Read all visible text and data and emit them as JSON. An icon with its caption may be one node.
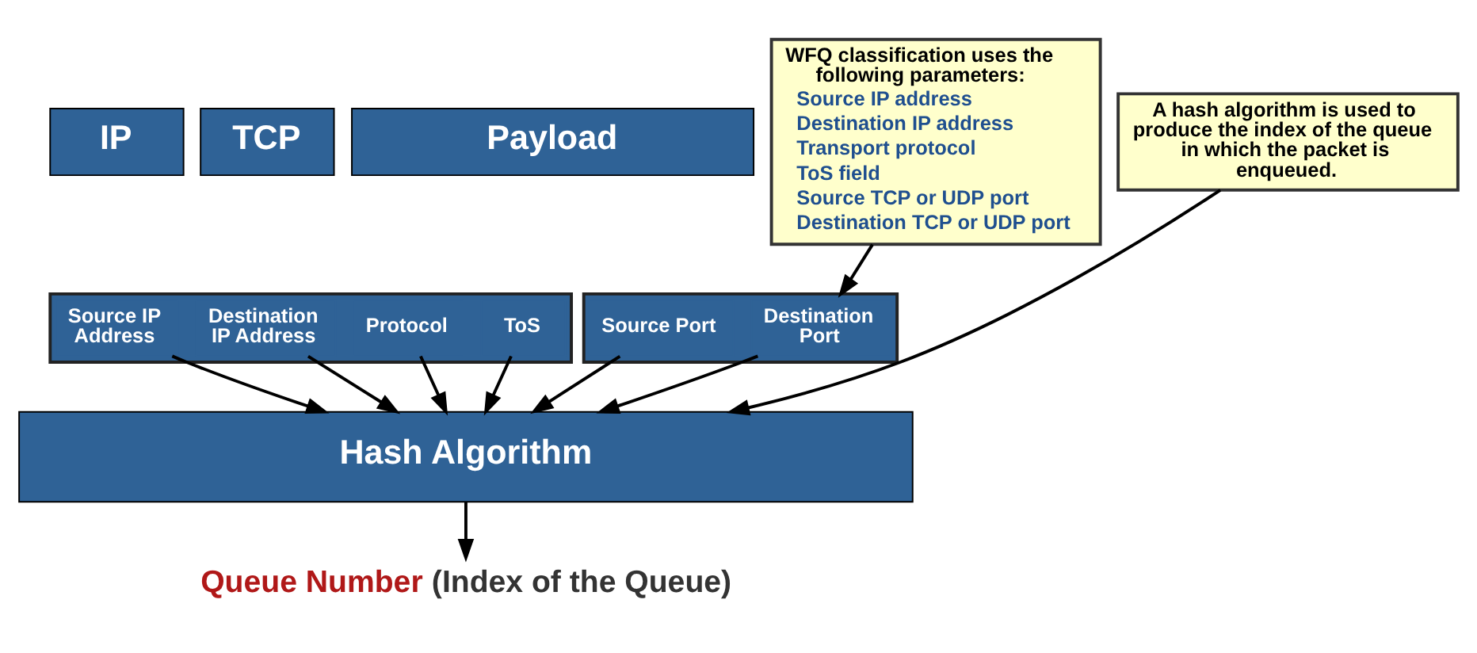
{
  "diagram": {
    "nodes": [
      {
        "text": [
          "IP"
        ]
      },
      {
        "text": [
          "TCP"
        ]
      },
      {
        "text": [
          "Payload"
        ]
      },
      {
        "text": [
          "WFQ classification uses the following parameters:",
          "Source IP address",
          "Destination IP address",
          "Transport protocol",
          "ToS field",
          "Source TCP or UDP port",
          "Destination TCP or UDP port"
        ]
      },
      {
        "text": [],
        "shape": "box"
      },
      {
        "text": [
          "Source IP Address"
        ],
        "in": 4
      },
      {
        "text": [
          "Destination IP Address"
        ],
        "in": 4
      },
      {
        "text": [
          "Protocol"
        ],
        "in": 4
      },
      {
        "text": [
          "ToS"
        ],
        "in": 4
      },
      {
        "text": [],
        "shape": "box"
      },
      {
        "text": [
          "Source Port"
        ],
        "in": 9
      },
      {
        "text": [
          "Destination Port"
        ],
        "in": 9
      },
      {
        "text": [
          "Hash Algorithm"
        ]
      },
      {
        "text": [
          "A hash algorithm is used to produce the index of the queue in which the packet is enqueued."
        ]
      },
      {
        "text": [
          "Queue Number",
          "(Index of the Queue)"
        ]
      }
    ],
    "edges": [
      {
        "from": 3,
        "to": 9,
        "arrow": "to"
      },
      {
        "from": 5,
        "to": 12,
        "arrow": "to"
      },
      {
        "from": 6,
        "to": 12,
        "arrow": "to"
      },
      {
        "from": 7,
        "to": 12,
        "arrow": "to"
      },
      {
        "from": 8,
        "to": 12,
        "arrow": "to"
      },
      {
        "from": 10,
        "to": 12,
        "arrow": "to"
      },
      {
        "from": 11,
        "to": 12,
        "arrow": "to"
      },
      {
        "from": 13,
        "to": 12,
        "arrow": "to"
      },
      {
        "from": 12,
        "to": 14,
        "arrow": "to"
      }
    ]
  }
}
